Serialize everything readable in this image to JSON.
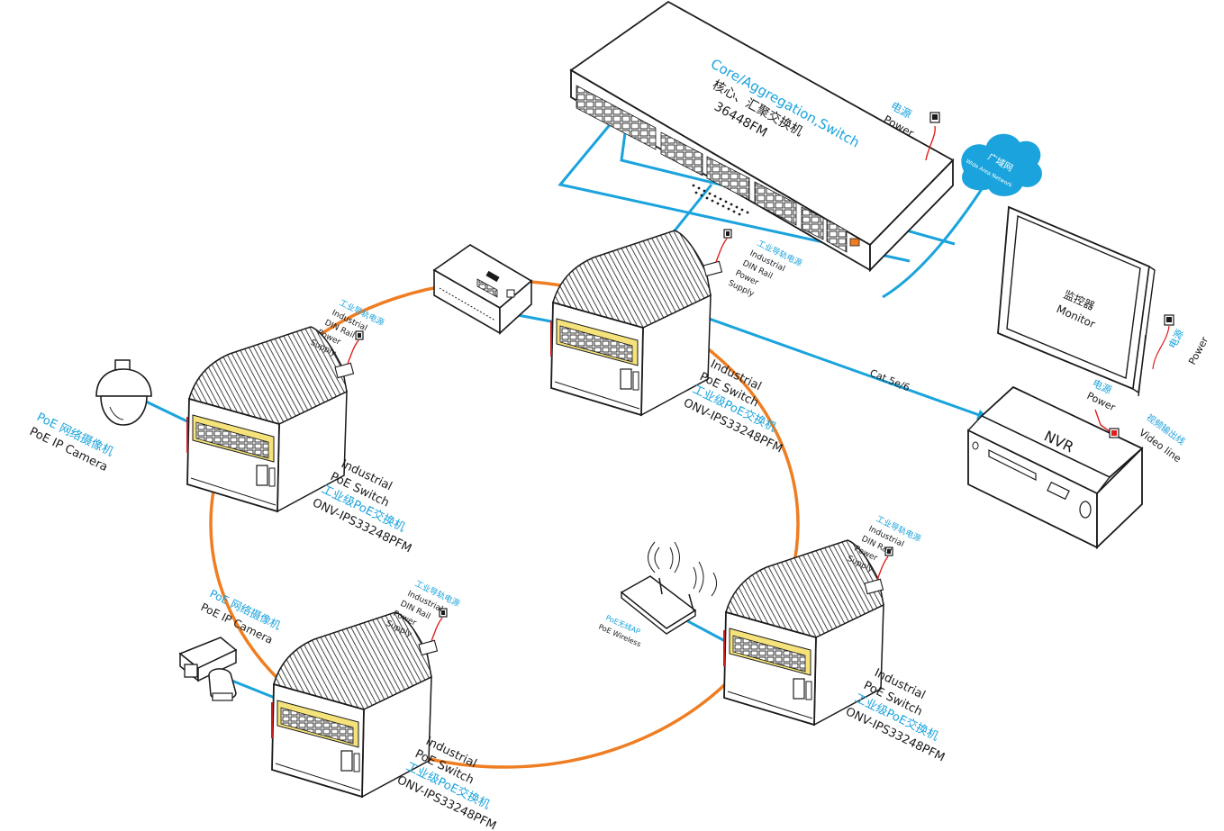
{
  "colors": {
    "ring": "#ef7d22",
    "link": "#1aa3dc",
    "power_cable": "#e01e1e",
    "device_outline": "#1a1a1a",
    "label_black": "#1a1a1a",
    "label_blue": "#1aa3dc",
    "port_panel": "#f5e27a"
  },
  "core_switch": {
    "title_en": "Core/Aggregation,Switch",
    "title_cn": "核心、汇聚交换机",
    "model": "36448FM",
    "power_cn": "电源",
    "power_en": "Power"
  },
  "wan": {
    "label_cn": "广域网",
    "label_en": "Wide Area Network"
  },
  "monitor": {
    "label_cn": "监控器",
    "label_en": "Monitor",
    "power_cn": "电源",
    "power_en": "Power"
  },
  "nvr": {
    "label": "NVR",
    "power_cn": "电源",
    "power_en": "Power",
    "video_cn": "视频输出线",
    "video_en": "Video line"
  },
  "cable_label": "Cat.5e/6",
  "switches": [
    {
      "l1": "Industrial",
      "l2": "PoE Switch",
      "l3": "工业级PoE交换机",
      "l4": "ONV-IPS33248PFM",
      "psu_cn": "工业导轨电源",
      "psu_1": "Industrial",
      "psu_2": "DIN Rail",
      "psu_3": "Power",
      "psu_4": "Supply"
    },
    {
      "l1": "Industrial",
      "l2": "PoE Switch",
      "l3": "工业级PoE交换机",
      "l4": "ONV-IPS33248PFM",
      "psu_cn": "工业导轨电源",
      "psu_1": "Industrial",
      "psu_2": "DIN Rail",
      "psu_3": "Power",
      "psu_4": "Supply"
    },
    {
      "l1": "Industrial",
      "l2": "PoE Switch",
      "l3": "工业级PoE交换机",
      "l4": "ONV-IPS33248PFM",
      "psu_cn": "工业导轨电源",
      "psu_1": "Industrial",
      "psu_2": "DIN Rail",
      "psu_3": "Power",
      "psu_4": "Supply"
    },
    {
      "l1": "Industrial",
      "l2": "PoE Switch",
      "l3": "工业级PoE交换机",
      "l4": "ONV-IPS33248PFM",
      "psu_cn": "工业导轨电源",
      "psu_1": "Industrial",
      "psu_2": "DIN Rail",
      "psu_3": "Power",
      "psu_4": "Supply"
    }
  ],
  "camera_dome": {
    "label_cn": "PoE 网络摄像机",
    "label_en": "PoE IP Camera"
  },
  "camera_ptz": {
    "label_cn": "PoE 网络摄像机",
    "label_en": "PoE IP Camera"
  },
  "wireless_ap": {
    "label_cn": "PoE无线AP",
    "label_en": "PoE Wireless"
  }
}
